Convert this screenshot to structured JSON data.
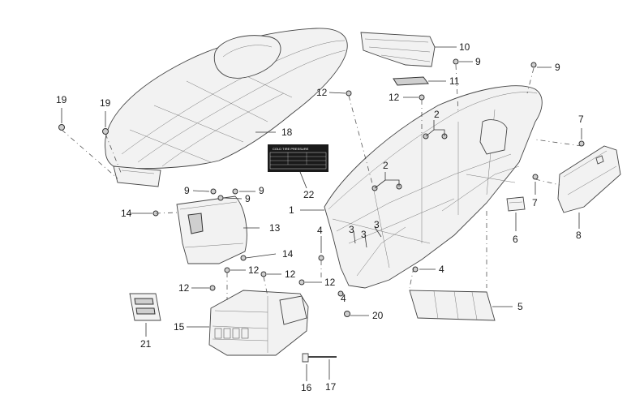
{
  "callouts": {
    "c1": "1",
    "c2a": "2",
    "c2b": "2",
    "c3a": "3",
    "c3b": "3",
    "c3c": "3",
    "c4a": "4",
    "c4b": "4",
    "c4c": "4",
    "c5": "5",
    "c6": "6",
    "c7a": "7",
    "c7b": "7",
    "c8": "8",
    "c9a": "9",
    "c9b": "9",
    "c9c": "9",
    "c9d": "9",
    "c9e": "9",
    "c10": "10",
    "c11": "11",
    "c12a": "12",
    "c12b": "12",
    "c12c": "12",
    "c12d": "12",
    "c12e": "12",
    "c12f": "12",
    "c13": "13",
    "c14a": "14",
    "c14b": "14",
    "c15": "15",
    "c16": "16",
    "c17": "17",
    "c18": "18",
    "c19a": "19",
    "c19b": "19",
    "c20": "20",
    "c21": "21",
    "c22": "22"
  },
  "tire_label": {
    "heading": "COLD TIRE PRESSURE"
  },
  "colors": {
    "line": "#333333",
    "fill": "#f2f2f2",
    "label_bg": "#1a1a1a"
  }
}
